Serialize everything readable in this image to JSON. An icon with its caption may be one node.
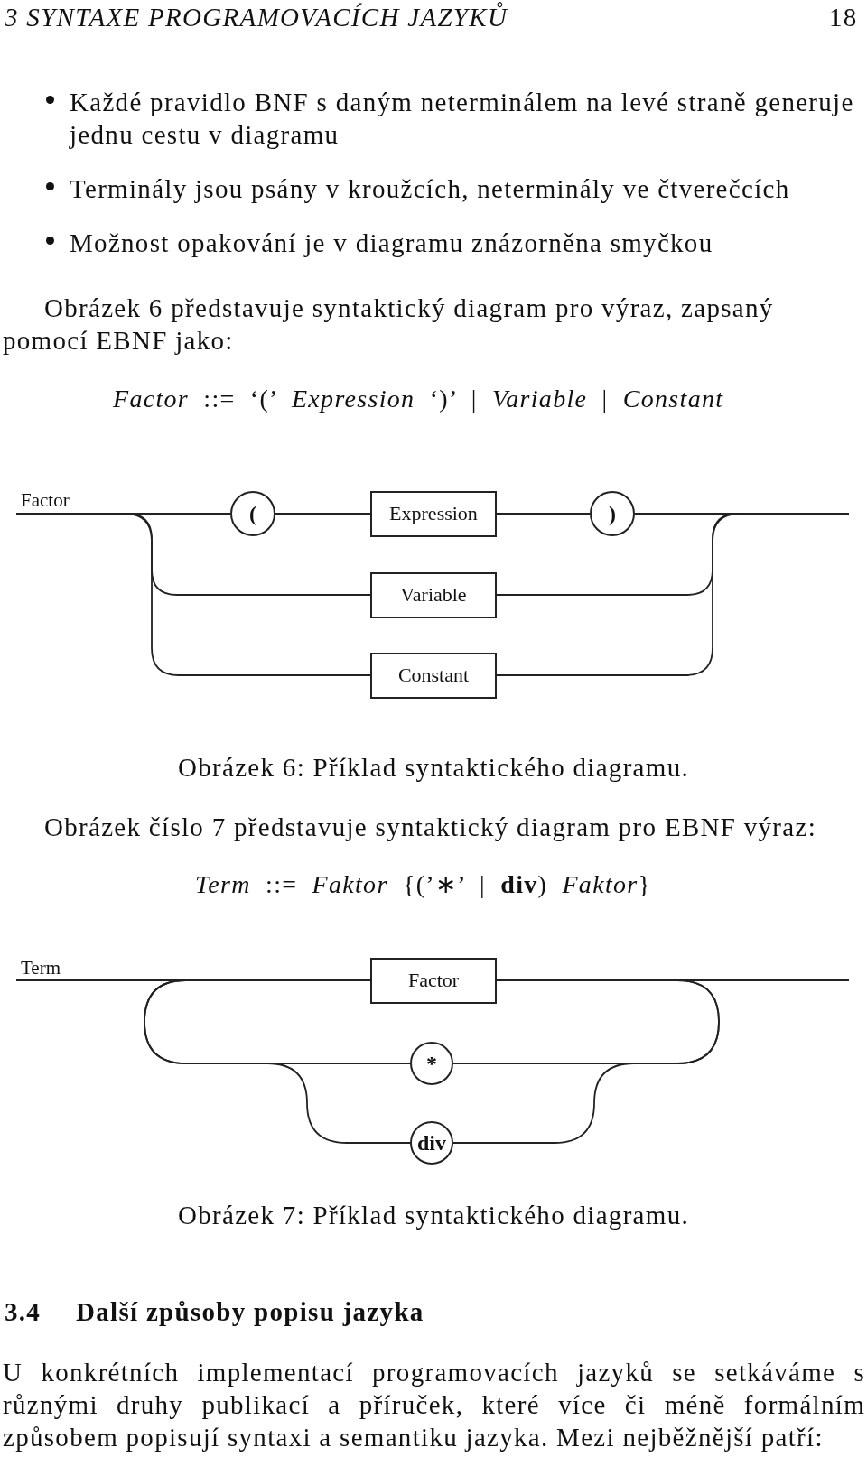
{
  "diagram": {
    "nodes": [
      {
        "text": [
          "Factor"
        ]
      },
      {
        "text": [
          "("
        ]
      },
      {
        "text": [
          "Expression"
        ]
      },
      {
        "text": [
          ")"
        ]
      },
      {
        "text": [
          "Variable"
        ]
      },
      {
        "text": [
          "Constant"
        ]
      },
      {
        "text": [
          "Term"
        ]
      },
      {
        "text": [
          "Factor"
        ]
      },
      {
        "text": [
          "*"
        ]
      },
      {
        "text": [
          "div"
        ]
      }
    ],
    "edges": [
      {
        "from": 0,
        "to": 1,
        "arrow": "none"
      },
      {
        "from": 1,
        "to": 2,
        "arrow": "none"
      },
      {
        "from": 2,
        "to": 3,
        "arrow": "none"
      },
      {
        "from": 3,
        "to": null,
        "arrow": "none"
      },
      {
        "from": 0,
        "to": 4,
        "arrow": "none"
      },
      {
        "from": 4,
        "to": null,
        "arrow": "none"
      },
      {
        "from": 0,
        "to": 5,
        "arrow": "none"
      },
      {
        "from": 5,
        "to": null,
        "arrow": "none"
      },
      {
        "from": 6,
        "to": 7,
        "arrow": "none"
      },
      {
        "from": 7,
        "to": null,
        "arrow": "none"
      },
      {
        "from": 7,
        "to": 8,
        "arrow": "none"
      },
      {
        "from": 8,
        "to": 7,
        "arrow": "none"
      },
      {
        "from": 7,
        "to": 9,
        "arrow": "none"
      },
      {
        "from": 9,
        "to": 7,
        "arrow": "none"
      }
    ],
    "labels": [
      "3 SYNTAXE PROGRAMOVACÍCH JAZYKŮ",
      "18",
      "Každé pravidlo BNF s daným neterminálem na levé straně generuje jednu cestu v diagramu",
      "Terminály jsou psány v kroužcích, neterminály ve čtverečcích",
      "Možnost opakování je v diagramu znázorněna smyčkou",
      "Obrázek 6 představuje syntaktický diagram pro výraz, zapsaný pomocí EBNF jako:",
      "*Factor* ::= ‘(’ *Expression* ‘)’ | *Variable* | *Constant*",
      "Obrázek 6: Příklad syntaktického diagramu.",
      "Obrázek číslo 7 představuje syntaktický diagram pro EBNF výraz:",
      "*Term* ::= *Faktor* {(’∗’ | **div**) *Faktor*}",
      "Obrázek 7: Příklad syntaktického diagramu.",
      "3.4",
      "Další způsoby popisu jazyka",
      "U konkrétních implementací programovacích jazyků se setkáváme s různými druhy publikací a příruček, které více či méně formálním způsobem popisují syntaxi a semantiku jazyka. Mezi nejběžnější patří:"
    ]
  }
}
